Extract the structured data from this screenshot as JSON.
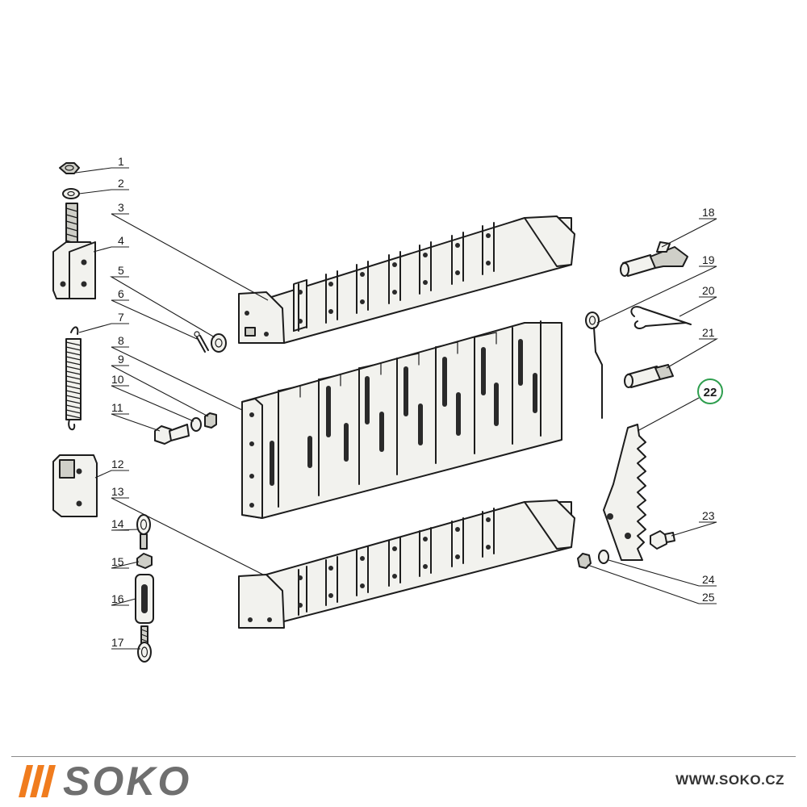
{
  "diagram": {
    "part_labels": [
      "1",
      "2",
      "3",
      "4",
      "5",
      "6",
      "7",
      "8",
      "9",
      "10",
      "11",
      "12",
      "13",
      "14",
      "15",
      "16",
      "17",
      "18",
      "19",
      "20",
      "21",
      "22",
      "23",
      "24",
      "25"
    ],
    "highlighted_label": "22",
    "highlight_color": "#2e9e4e"
  },
  "footer": {
    "brand_name": "SOKO",
    "brand_color": "#f07c1e",
    "brand_text_color": "#6f6f6f",
    "url": "WWW.SOKO.CZ"
  }
}
